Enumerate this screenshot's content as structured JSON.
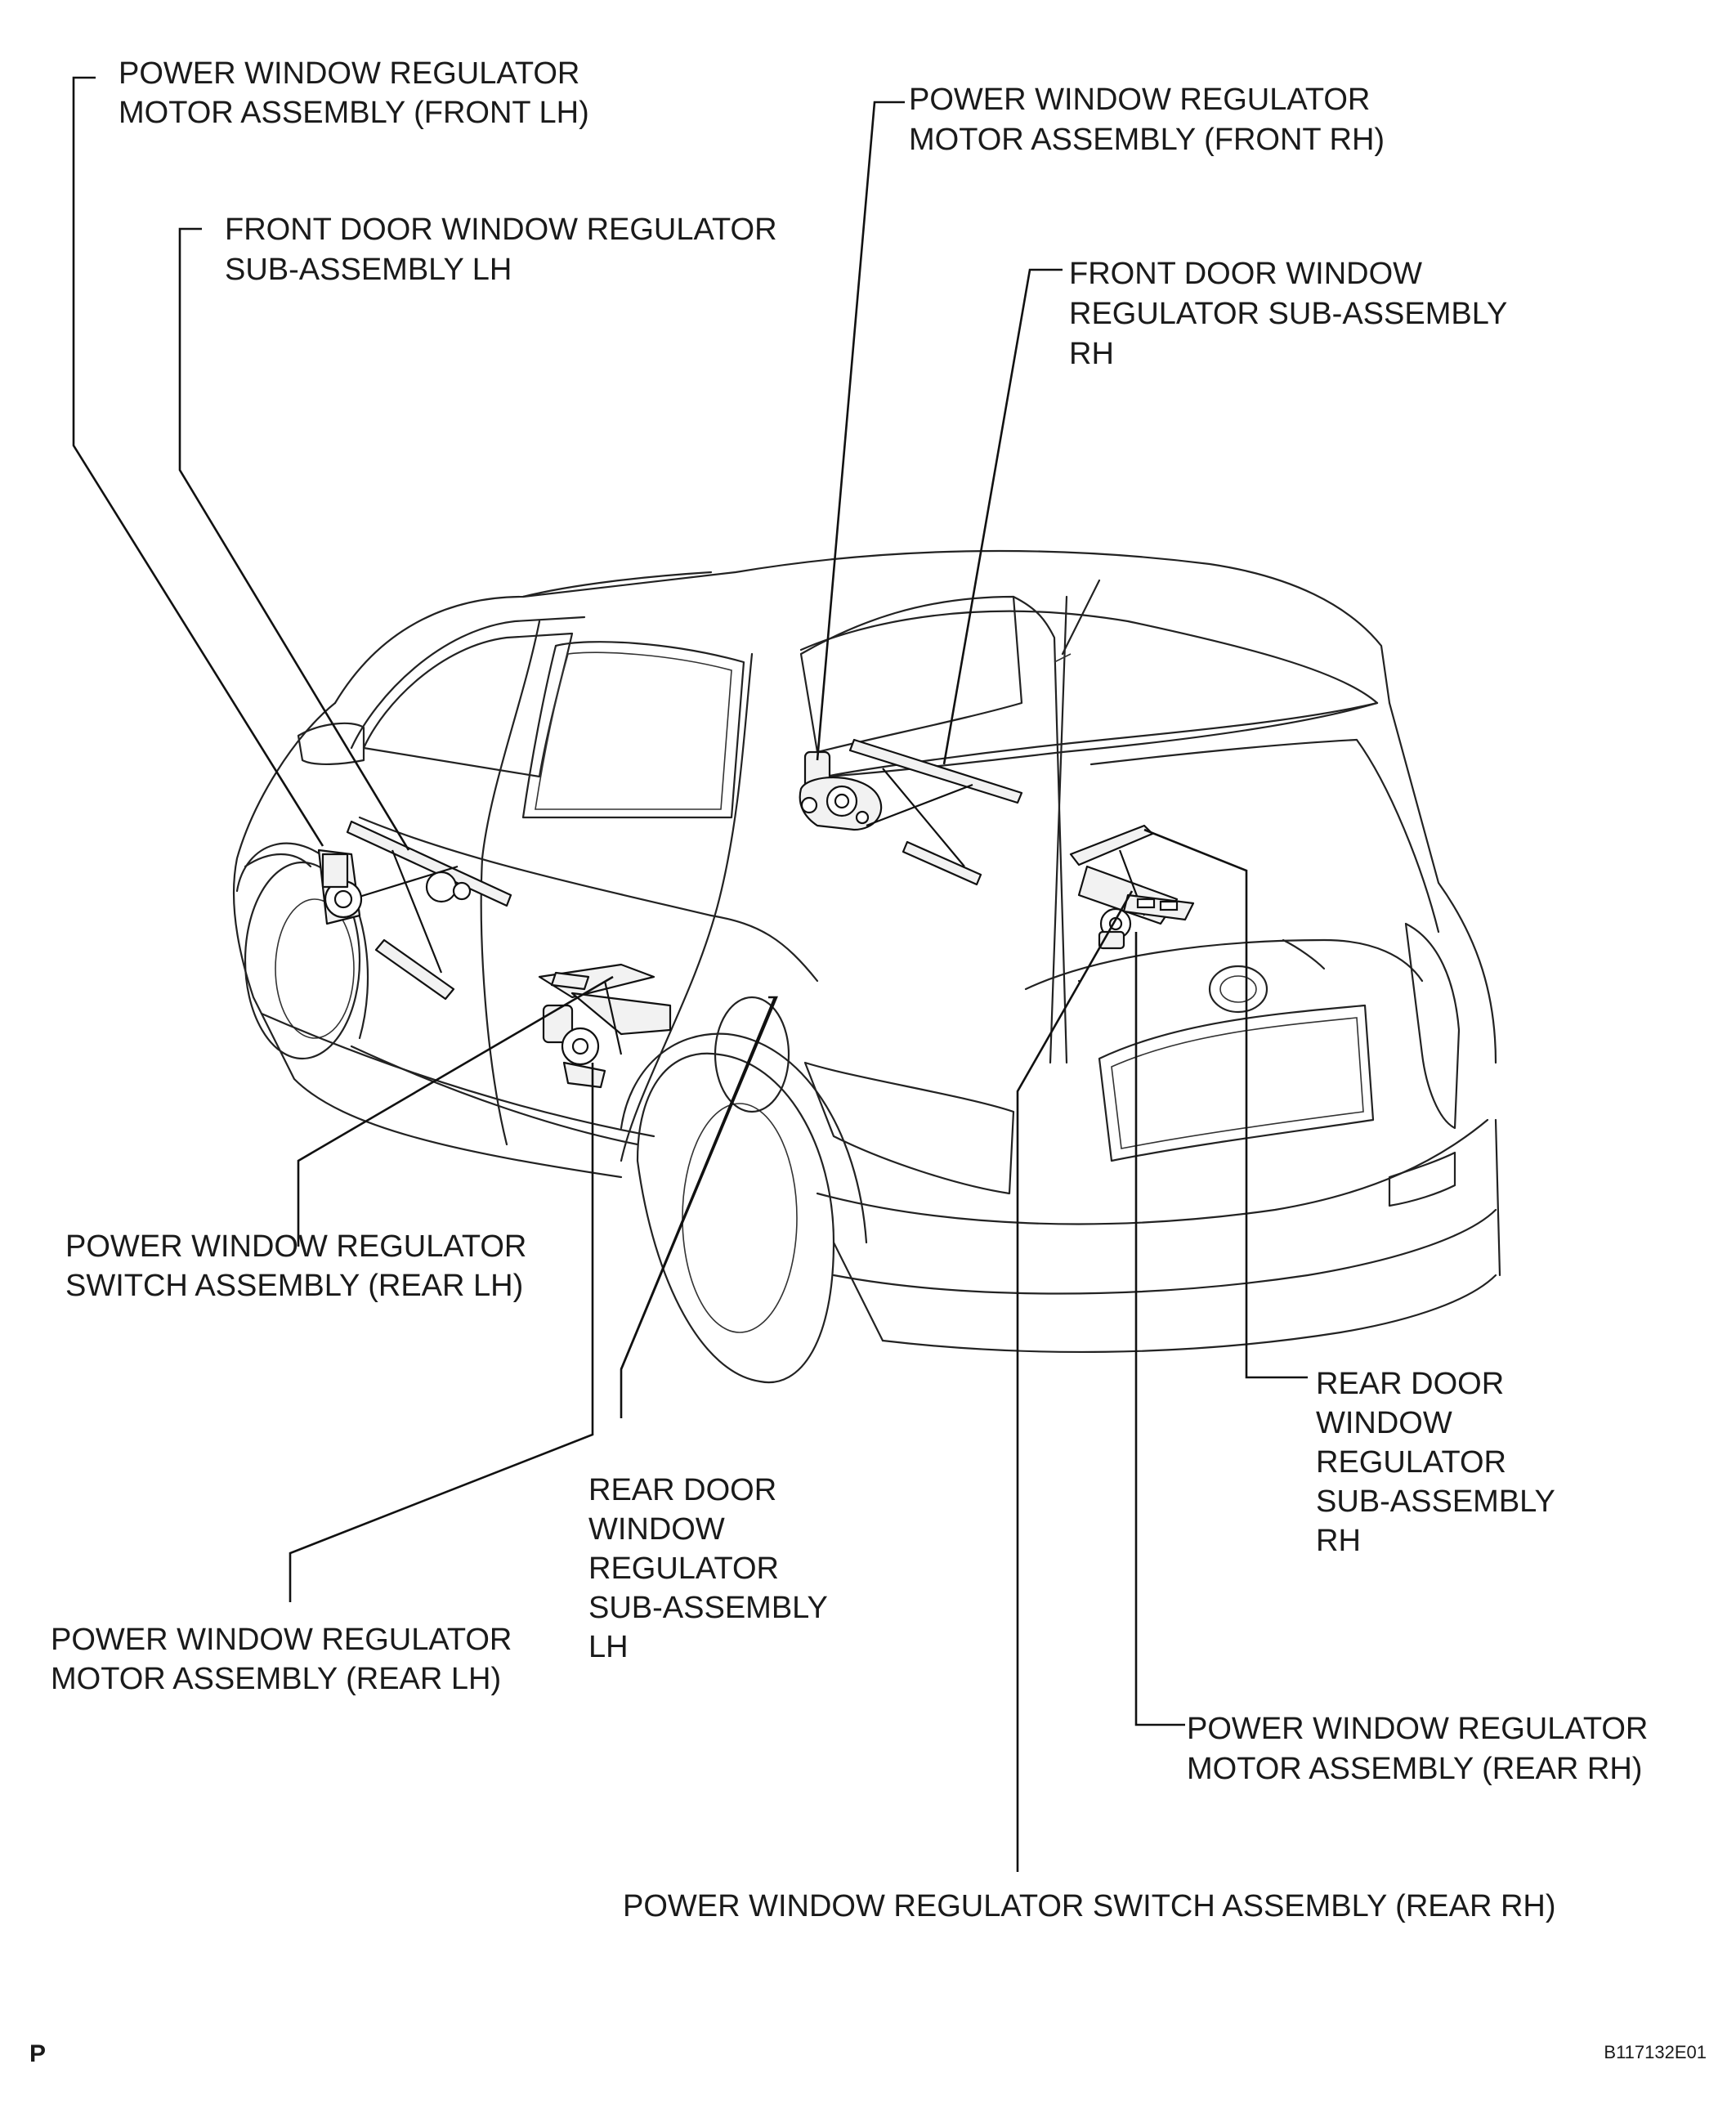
{
  "callouts": {
    "motor_front_lh": [
      "POWER WINDOW REGULATOR",
      "MOTOR ASSEMBLY (FRONT LH)"
    ],
    "front_door_reg_lh": [
      "FRONT DOOR WINDOW REGULATOR",
      "SUB-ASSEMBLY LH"
    ],
    "motor_front_rh": [
      "POWER WINDOW REGULATOR",
      "MOTOR ASSEMBLY (FRONT RH)"
    ],
    "front_door_reg_rh": [
      "FRONT DOOR WINDOW",
      "REGULATOR SUB-ASSEMBLY",
      "RH"
    ],
    "switch_rear_lh": [
      "POWER WINDOW REGULATOR",
      "SWITCH ASSEMBLY (REAR LH)"
    ],
    "rear_door_reg_lh": [
      "REAR DOOR",
      "WINDOW",
      "REGULATOR",
      "SUB-ASSEMBLY",
      "LH"
    ],
    "motor_rear_lh": [
      "POWER WINDOW REGULATOR",
      "MOTOR ASSEMBLY (REAR LH)"
    ],
    "rear_door_reg_rh": [
      "REAR DOOR",
      "WINDOW",
      "REGULATOR",
      "SUB-ASSEMBLY",
      "RH"
    ],
    "motor_rear_rh": [
      "POWER WINDOW REGULATOR",
      "MOTOR ASSEMBLY (REAR RH)"
    ],
    "switch_rear_rh": [
      "POWER WINDOW REGULATOR SWITCH ASSEMBLY (REAR RH)"
    ]
  },
  "corner_mark": "P",
  "figure_code": "B117132E01"
}
